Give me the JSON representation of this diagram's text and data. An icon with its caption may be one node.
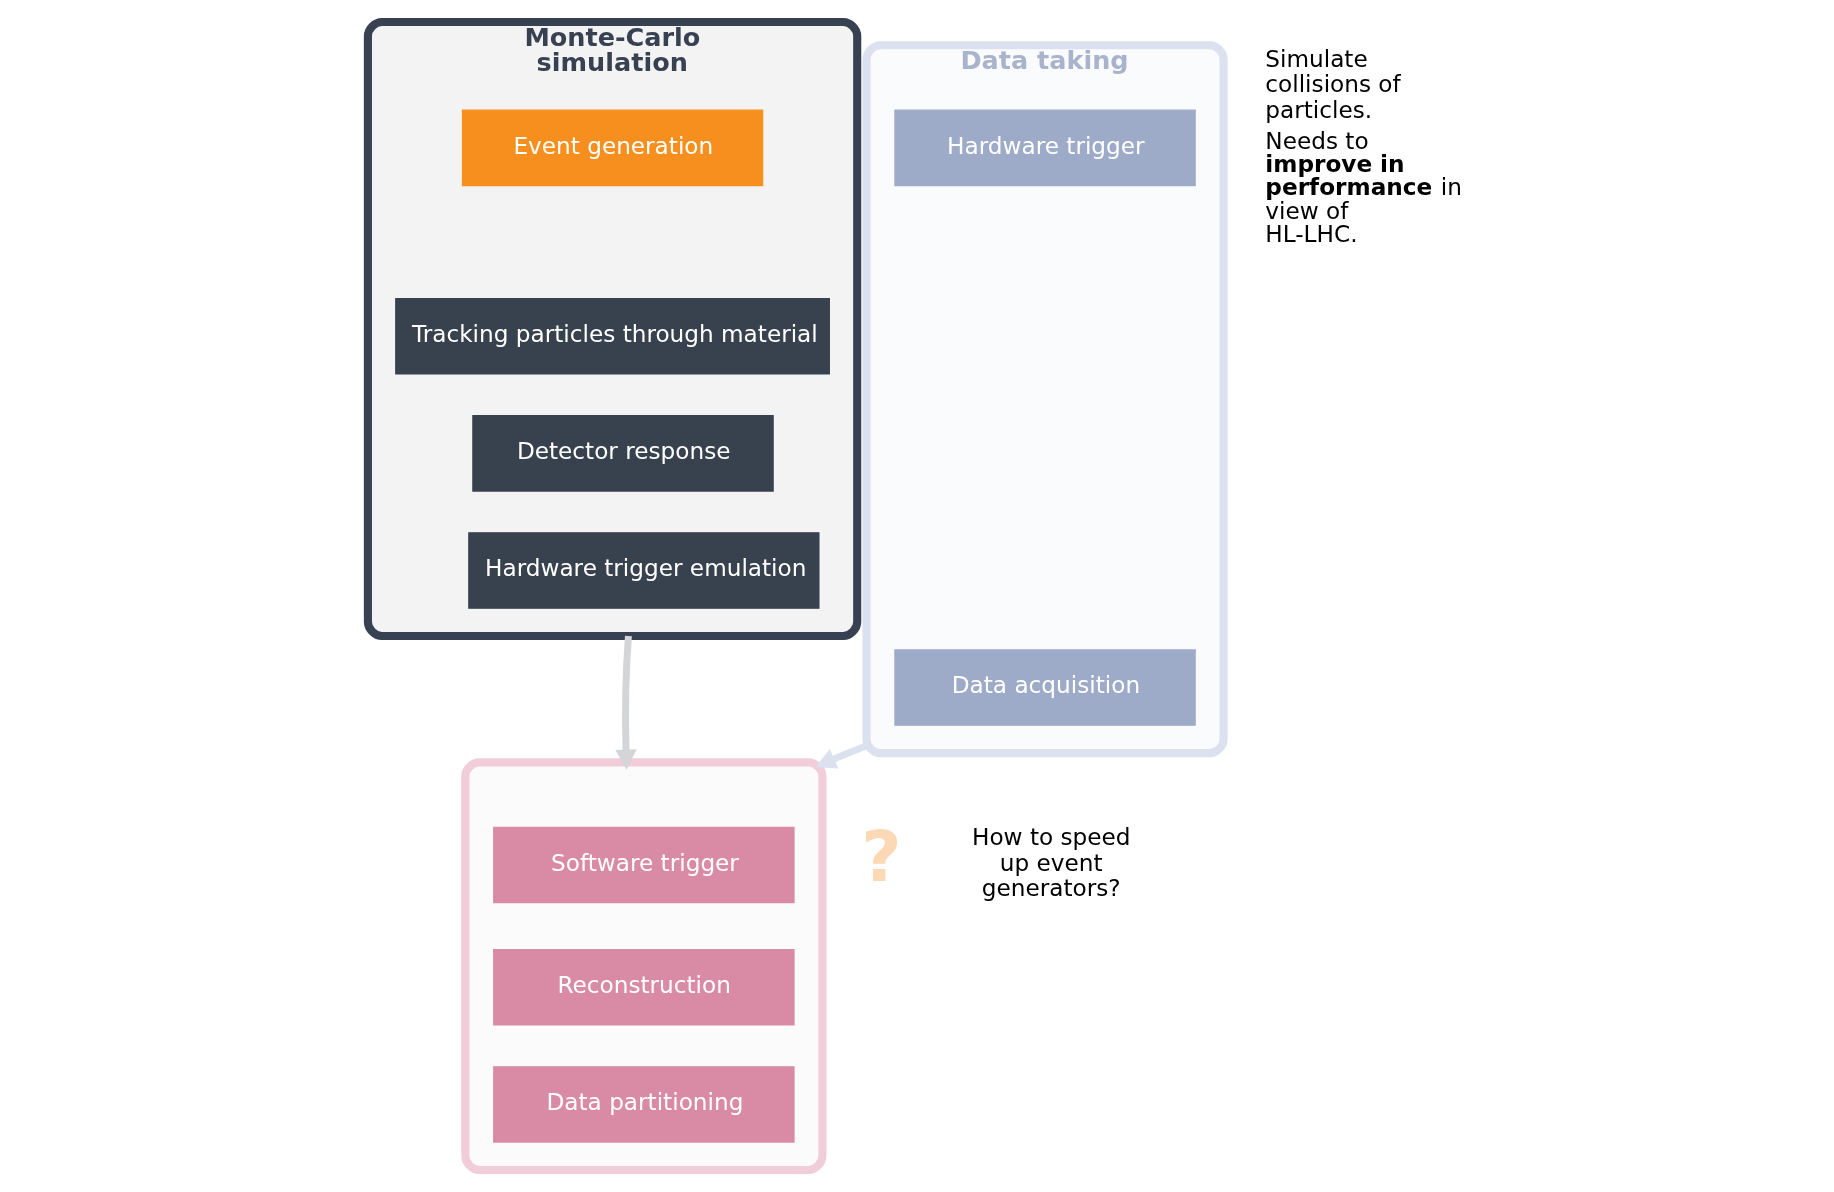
{
  "diagram": {
    "nodes": [
      {
        "text": [
          "Monte-Carlo simulation"
        ]
      },
      {
        "text": [
          "Event generation"
        ],
        "in": 0
      },
      {
        "text": [
          "Tracking particles through material"
        ],
        "in": 0
      },
      {
        "text": [
          "Detector response"
        ],
        "in": 0
      },
      {
        "text": [
          "Hardware trigger emulation"
        ],
        "in": 0
      },
      {
        "text": [
          "Data taking"
        ]
      },
      {
        "text": [
          "Hardware trigger"
        ],
        "in": 5
      },
      {
        "text": [
          "Data acquisition"
        ],
        "in": 5
      },
      {
        "text": [],
        "shape": "box"
      },
      {
        "text": [
          "Software trigger"
        ],
        "in": 8
      },
      {
        "text": [
          "Reconstruction"
        ],
        "in": 8
      },
      {
        "text": [
          "Data partitioning"
        ],
        "in": 8
      }
    ],
    "edges": [
      {
        "from": 0,
        "to": 8,
        "arrow": "to",
        "color": "#d3d5d8"
      },
      {
        "from": 5,
        "to": 8,
        "arrow": "to",
        "color": "#dbe1ee"
      }
    ],
    "labels": [
      "Simulate collisions of particles.",
      "Needs to **improve in performance** in view of HL-LHC.",
      "?",
      "How to speed up event generators?"
    ]
  }
}
